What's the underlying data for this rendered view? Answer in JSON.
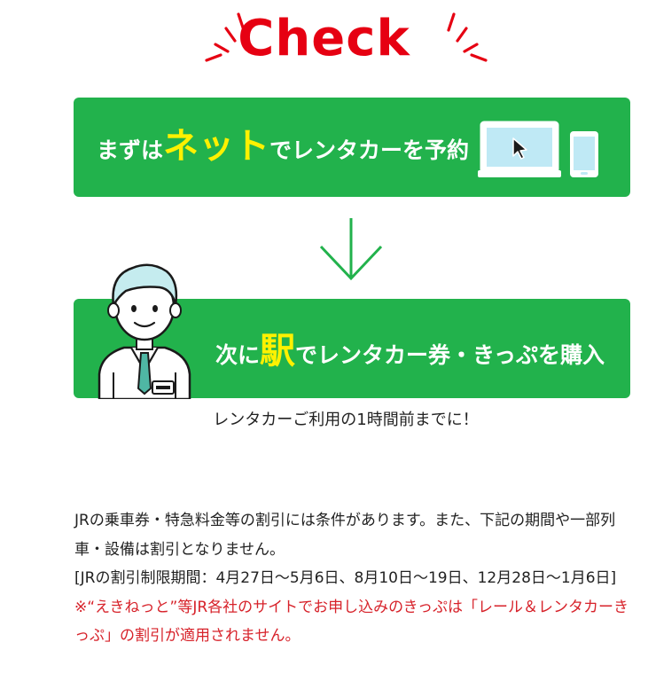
{
  "colors": {
    "red": "#e60012",
    "green": "#22b24c",
    "highlight": "#fff100",
    "warning_text": "#d7222a",
    "body_text": "#222222"
  },
  "header": {
    "title": "Check"
  },
  "step1": {
    "text_before": "まずは",
    "highlight": "ネット",
    "text_after": "でレンタカーを予約",
    "icons": [
      "laptop-icon",
      "cursor-icon",
      "smartphone-icon"
    ]
  },
  "arrow": {
    "icon": "arrow-down-icon"
  },
  "step2": {
    "text_before": "次に",
    "highlight": "駅",
    "text_after": "でレンタカー券・きっぷを購入",
    "icons": [
      "staff-person-icon",
      "name-badge-icon"
    ]
  },
  "note_time": "レンタカーご利用の1時間前までに！",
  "conditions": {
    "paragraph": "JRの乗車券・特急料金等の割引には条件があります。また、下記の期間や一部列車・設備は割引となりません。",
    "period": "[JRの割引制限期間：4月27日～5月6日、8月10日～19日、12月28日～1月6日]",
    "warning": "※“えきねっと”等JR各社のサイトでお申し込みのきっぷは「レール＆レンタカーきっぷ」の割引が適用されません。"
  }
}
